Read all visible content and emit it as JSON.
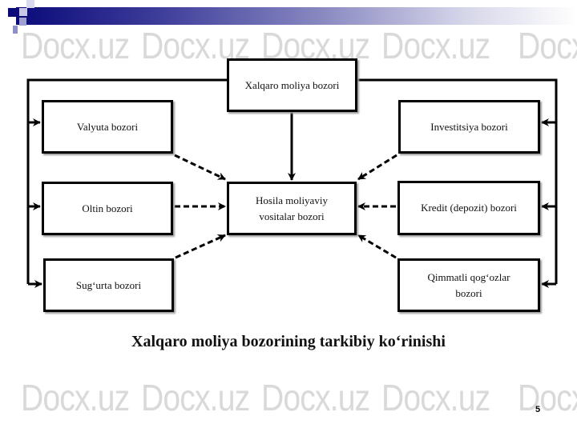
{
  "watermark": "Docx.uz",
  "diagram": {
    "top": "Xalqaro moliya bozori",
    "center": "Hosila moliyaviy vositalar bozori",
    "left": [
      "Valyuta bozori",
      "Oltin bozori",
      "Sug‘urta bozori"
    ],
    "right": [
      "Investitsiya bozori",
      "Kredit (depozit) bozori",
      "Qimmatli qog‘ozlar bozori"
    ]
  },
  "caption": "Xalqaro moliya bozorining tarkibiy ko‘rinishi",
  "page_number": "5"
}
